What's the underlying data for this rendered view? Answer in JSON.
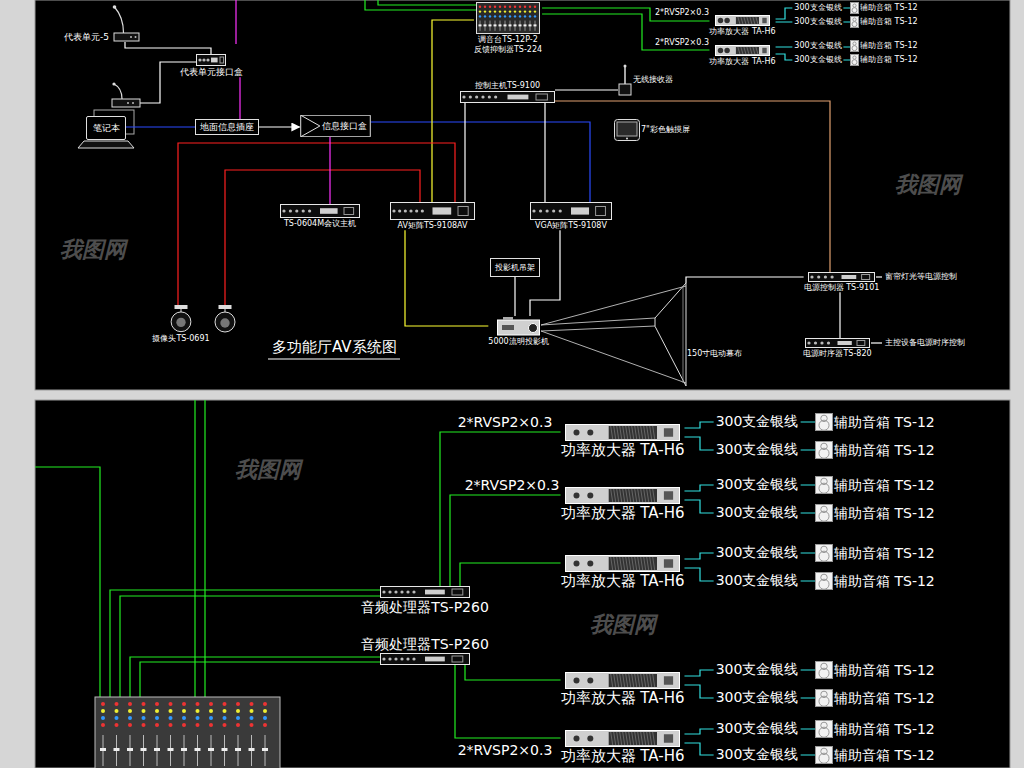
{
  "diagram": {
    "title": "多功能厅AV系统图",
    "nodes": [
      {
        "text": [
          "代表单元-5"
        ]
      },
      {
        "text": [
          "代表单元接口盒"
        ]
      },
      {
        "text": [
          "笔记本"
        ]
      },
      {
        "text": [
          "地面信息插座"
        ]
      },
      {
        "text": [
          "信息接口盒"
        ]
      },
      {
        "text": [
          "调音台TS-12P-2",
          "反馈抑制器TS-224"
        ]
      },
      {
        "text": [
          "功率放大器 TA-H6"
        ]
      },
      {
        "text": [
          "功率放大器 TA-H6"
        ]
      },
      {
        "text": [
          "辅助音箱 TS-12"
        ]
      },
      {
        "text": [
          "辅助音箱 TS-12"
        ]
      },
      {
        "text": [
          "辅助音箱 TS-12"
        ]
      },
      {
        "text": [
          "辅助音箱 TS-12"
        ]
      },
      {
        "text": [
          "控制主机TS-9100"
        ]
      },
      {
        "text": [
          "无线接收器"
        ]
      },
      {
        "text": [
          "7\"彩色触摸屏"
        ]
      },
      {
        "text": [
          "TS-0604M会议主机"
        ]
      },
      {
        "text": [
          "AV矩阵TS-9108AV"
        ]
      },
      {
        "text": [
          "VGA矩阵TS-9108V"
        ]
      },
      {
        "text": [
          "投影机吊架"
        ]
      },
      {
        "text": [
          "5000流明投影机"
        ]
      },
      {
        "text": [
          "150寸电动幕布"
        ]
      },
      {
        "text": [
          "电源控制器 TS-9101"
        ]
      },
      {
        "text": [
          "电源时序器TS-820"
        ]
      },
      {
        "text": [
          "摄像头TS-0691"
        ]
      },
      {
        "text": [
          "音频处理器TS-P260"
        ]
      },
      {
        "text": [
          "音频处理器TS-P260"
        ]
      },
      {
        "text": [
          "功率放大器 TA-H6"
        ]
      },
      {
        "text": [
          "功率放大器 TA-H6"
        ]
      },
      {
        "text": [
          "功率放大器 TA-H6"
        ]
      },
      {
        "text": [
          "功率放大器 TA-H6"
        ]
      },
      {
        "text": [
          "功率放大器 TA-H6"
        ]
      },
      {
        "text": [
          "辅助音箱 TS-12"
        ]
      },
      {
        "text": [
          "辅助音箱 TS-12"
        ]
      },
      {
        "text": [
          "辅助音箱 TS-12"
        ]
      },
      {
        "text": [
          "辅助音箱 TS-12"
        ]
      },
      {
        "text": [
          "辅助音箱 TS-12"
        ]
      },
      {
        "text": [
          "辅助音箱 TS-12"
        ]
      },
      {
        "text": [
          "辅助音箱 TS-12"
        ]
      },
      {
        "text": [
          "辅助音箱 TS-12"
        ]
      },
      {
        "text": [
          "辅助音箱 TS-12"
        ]
      },
      {
        "text": [
          "辅助音箱 TS-12"
        ]
      }
    ],
    "edges": [
      {
        "from": 0,
        "to": 1,
        "arrow": "none"
      },
      {
        "from": 2,
        "to": 3,
        "arrow": "none"
      },
      {
        "from": 3,
        "to": 4,
        "arrow": "to"
      },
      {
        "from": 4,
        "to": 17,
        "arrow": "none"
      },
      {
        "from": 5,
        "to": 16,
        "arrow": "none"
      },
      {
        "from": 12,
        "to": 16,
        "arrow": "none"
      },
      {
        "from": 12,
        "to": 17,
        "arrow": "none"
      },
      {
        "from": 12,
        "to": 13,
        "arrow": "none"
      },
      {
        "from": 12,
        "to": 21,
        "arrow": "none"
      },
      {
        "from": 16,
        "to": 19,
        "arrow": "none"
      },
      {
        "from": 17,
        "to": 19,
        "arrow": "none"
      },
      {
        "from": 18,
        "to": 19,
        "arrow": "none"
      },
      {
        "from": 23,
        "to": 16,
        "arrow": "none"
      },
      {
        "from": 1,
        "to": 3,
        "arrow": "none"
      },
      {
        "from": 15,
        "to": 4,
        "arrow": "none"
      },
      {
        "from": 5,
        "to": 6,
        "arrow": "none",
        "label": "2*RVSP2×0.3"
      },
      {
        "from": 5,
        "to": 7,
        "arrow": "none",
        "label": "2*RVSP2×0.3"
      },
      {
        "from": 6,
        "to": 8,
        "arrow": "none",
        "label": "300支金银线"
      },
      {
        "from": 6,
        "to": 9,
        "arrow": "none",
        "label": "300支金银线"
      },
      {
        "from": 7,
        "to": 10,
        "arrow": "none",
        "label": "300支金银线"
      },
      {
        "from": 7,
        "to": 11,
        "arrow": "none",
        "label": "300支金银线"
      },
      {
        "from": 21,
        "to": 20,
        "arrow": "none"
      },
      {
        "from": 21,
        "to": 22,
        "arrow": "none"
      },
      {
        "from": 24,
        "to": 26,
        "arrow": "none",
        "label": "2*RVSP2×0.3"
      },
      {
        "from": 24,
        "to": 27,
        "arrow": "none",
        "label": "2*RVSP2×0.3"
      },
      {
        "from": 24,
        "to": 28,
        "arrow": "none"
      },
      {
        "from": 25,
        "to": 29,
        "arrow": "none"
      },
      {
        "from": 25,
        "to": 30,
        "arrow": "none",
        "label": "2*RVSP2×0.3"
      },
      {
        "from": 26,
        "to": 31,
        "arrow": "none",
        "label": "300支金银线"
      },
      {
        "from": 26,
        "to": 32,
        "arrow": "none",
        "label": "300支金银线"
      },
      {
        "from": 27,
        "to": 33,
        "arrow": "none",
        "label": "300支金银线"
      },
      {
        "from": 27,
        "to": 34,
        "arrow": "none",
        "label": "300支金银线"
      },
      {
        "from": 28,
        "to": 35,
        "arrow": "none",
        "label": "300支金银线"
      },
      {
        "from": 28,
        "to": 36,
        "arrow": "none",
        "label": "300支金银线"
      },
      {
        "from": 29,
        "to": 37,
        "arrow": "none",
        "label": "300支金银线"
      },
      {
        "from": 29,
        "to": 38,
        "arrow": "none",
        "label": "300支金银线"
      },
      {
        "from": 30,
        "to": 39,
        "arrow": "none",
        "label": "300支金银线"
      },
      {
        "from": 30,
        "to": 40,
        "arrow": "none",
        "label": "300支金银线"
      }
    ],
    "labels": [
      "窗帘灯光等电源控制",
      "主控设备电源时序控制",
      "我图网",
      "我图网",
      "我图网",
      "我图网"
    ]
  }
}
